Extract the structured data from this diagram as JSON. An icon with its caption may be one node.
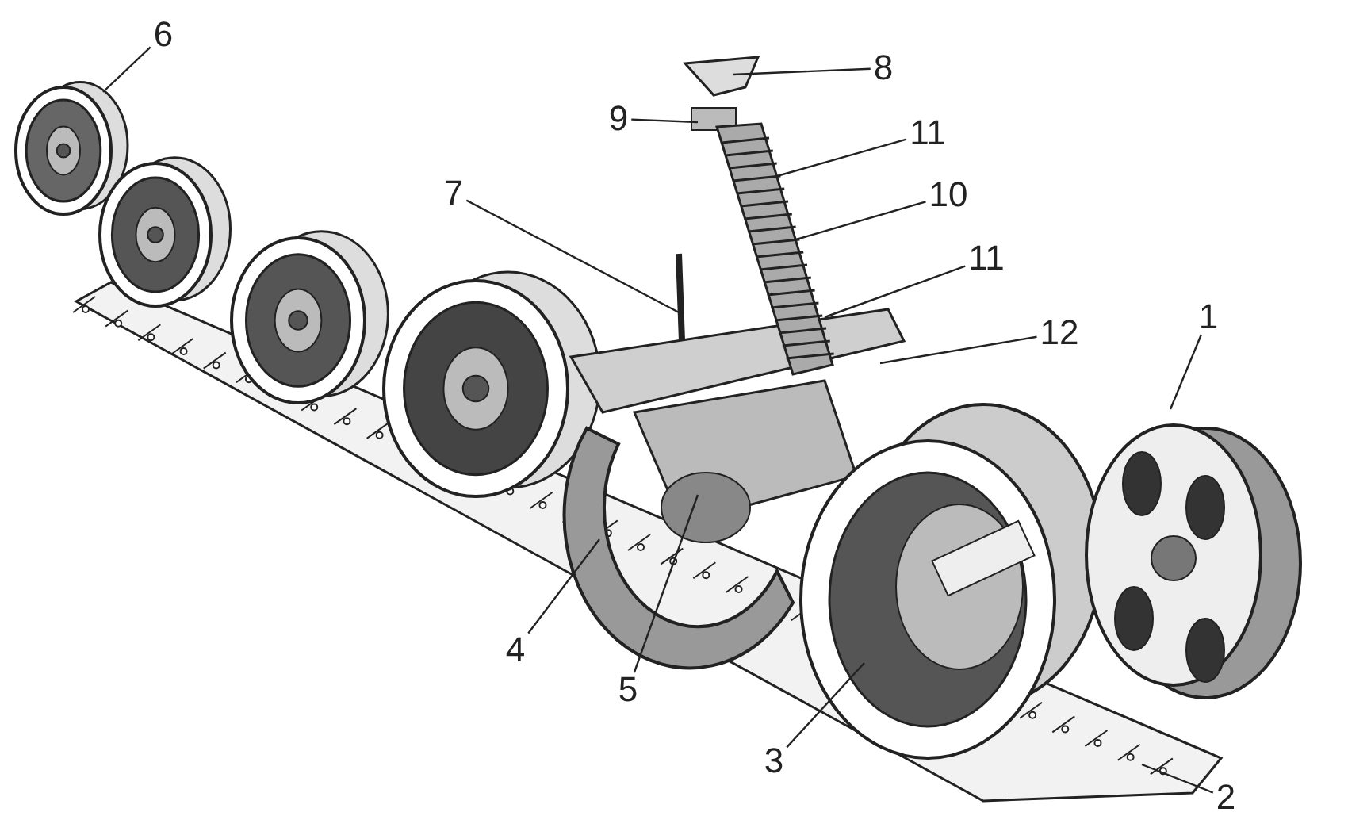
{
  "diagram": {
    "nodes": [
      {
        "text": [
          "6"
        ]
      },
      {
        "text": [
          "8"
        ]
      },
      {
        "text": [
          "9"
        ]
      },
      {
        "text": [
          "11"
        ]
      },
      {
        "text": [
          "7"
        ]
      },
      {
        "text": [
          "10"
        ]
      },
      {
        "text": [
          "11"
        ]
      },
      {
        "text": [
          "12"
        ]
      },
      {
        "text": [
          "1"
        ]
      },
      {
        "text": [
          "4"
        ]
      },
      {
        "text": [
          "5"
        ]
      },
      {
        "text": [
          "3"
        ]
      },
      {
        "text": [
          "2"
        ]
      }
    ],
    "edges": [
      {
        "from": 0,
        "to": null,
        "arrow": "none"
      },
      {
        "from": 1,
        "to": null,
        "arrow": "none"
      },
      {
        "from": 2,
        "to": null,
        "arrow": "none"
      },
      {
        "from": 3,
        "to": null,
        "arrow": "none"
      },
      {
        "from": 4,
        "to": null,
        "arrow": "none"
      },
      {
        "from": 5,
        "to": null,
        "arrow": "none"
      },
      {
        "from": 6,
        "to": null,
        "arrow": "none"
      },
      {
        "from": 7,
        "to": null,
        "arrow": "none"
      },
      {
        "from": 8,
        "to": null,
        "arrow": "none"
      },
      {
        "from": 9,
        "to": null,
        "arrow": "none"
      },
      {
        "from": 10,
        "to": null,
        "arrow": "none"
      },
      {
        "from": 11,
        "to": null,
        "arrow": "none"
      },
      {
        "from": 12,
        "to": null,
        "arrow": "none"
      }
    ]
  }
}
